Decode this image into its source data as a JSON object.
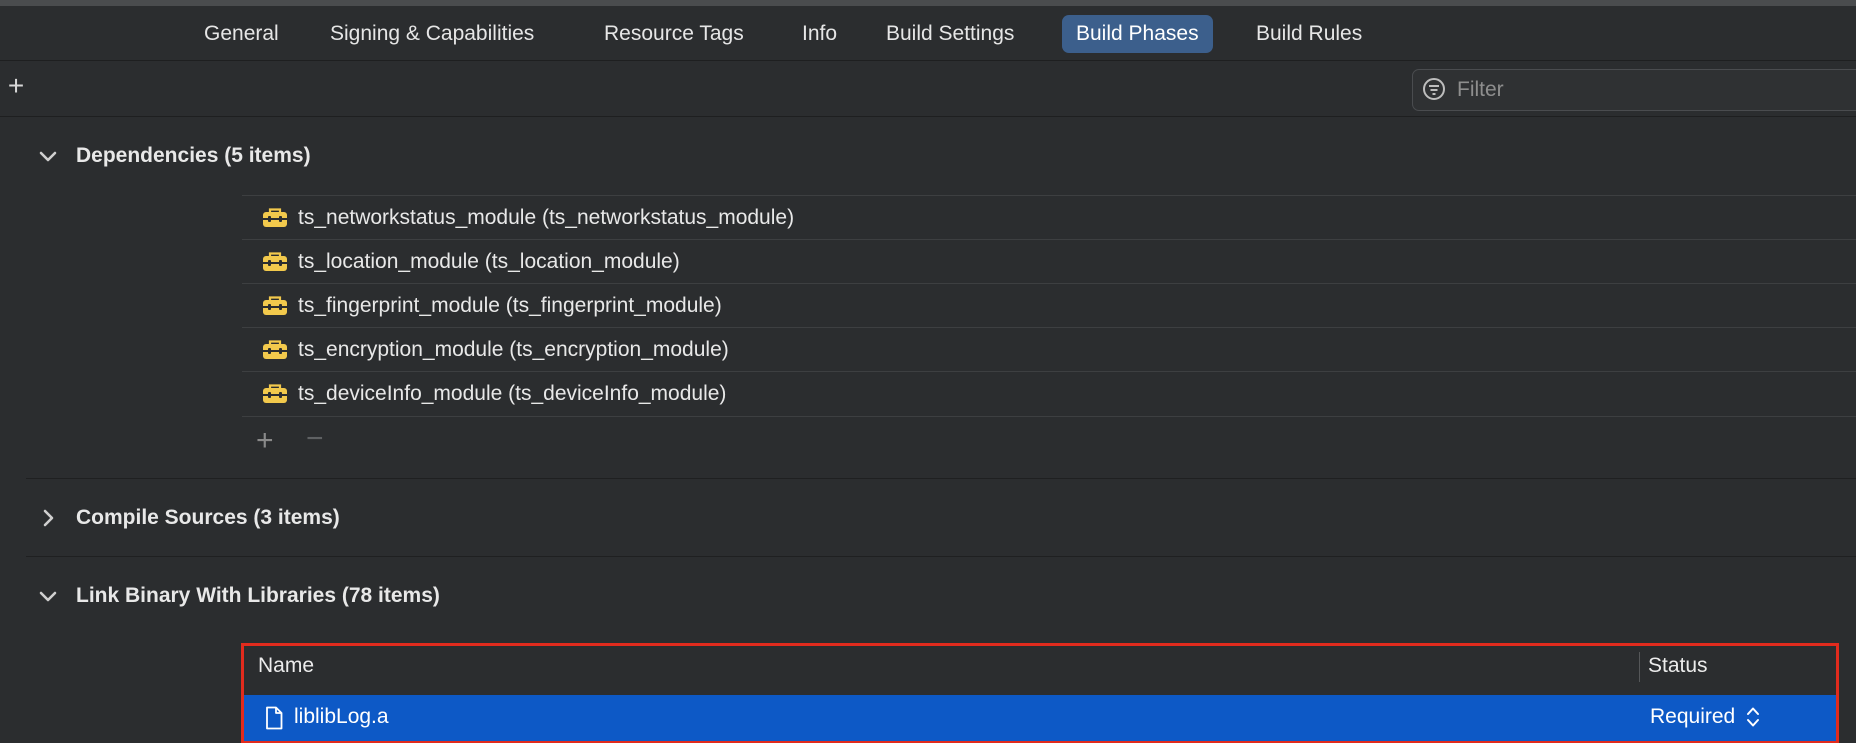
{
  "tabs": [
    {
      "label": "General"
    },
    {
      "label": "Signing & Capabilities"
    },
    {
      "label": "Resource Tags"
    },
    {
      "label": "Info"
    },
    {
      "label": "Build Settings"
    },
    {
      "label": "Build Phases",
      "active": true
    },
    {
      "label": "Build Rules"
    }
  ],
  "toolbar": {
    "add_label": "+",
    "filter_placeholder": "Filter"
  },
  "sections": {
    "dependencies": {
      "title": "Dependencies (5 items)",
      "expanded": true,
      "items": [
        {
          "label": "ts_networkstatus_module (ts_networkstatus_module)",
          "icon": "toolbox-icon"
        },
        {
          "label": "ts_location_module (ts_location_module)",
          "icon": "toolbox-icon"
        },
        {
          "label": "ts_fingerprint_module (ts_fingerprint_module)",
          "icon": "toolbox-icon"
        },
        {
          "label": "ts_encryption_module (ts_encryption_module)",
          "icon": "toolbox-icon"
        },
        {
          "label": "ts_deviceInfo_module (ts_deviceInfo_module)",
          "icon": "toolbox-icon"
        }
      ],
      "add_label": "+",
      "remove_label": "−"
    },
    "compile_sources": {
      "title": "Compile Sources (3 items)",
      "expanded": false
    },
    "link_binary": {
      "title": "Link Binary With Libraries (78 items)",
      "expanded": true,
      "columns": {
        "name": "Name",
        "status": "Status"
      },
      "rows": [
        {
          "name": "liblibLog.a",
          "status": "Required",
          "selected": true
        }
      ]
    }
  },
  "colors": {
    "background": "#2b2d2f",
    "active_tab": "#3c5f8c",
    "selection": "#0d59c6",
    "highlight_border": "#e12b1d",
    "toolbox_icon": "#f2c94c"
  }
}
